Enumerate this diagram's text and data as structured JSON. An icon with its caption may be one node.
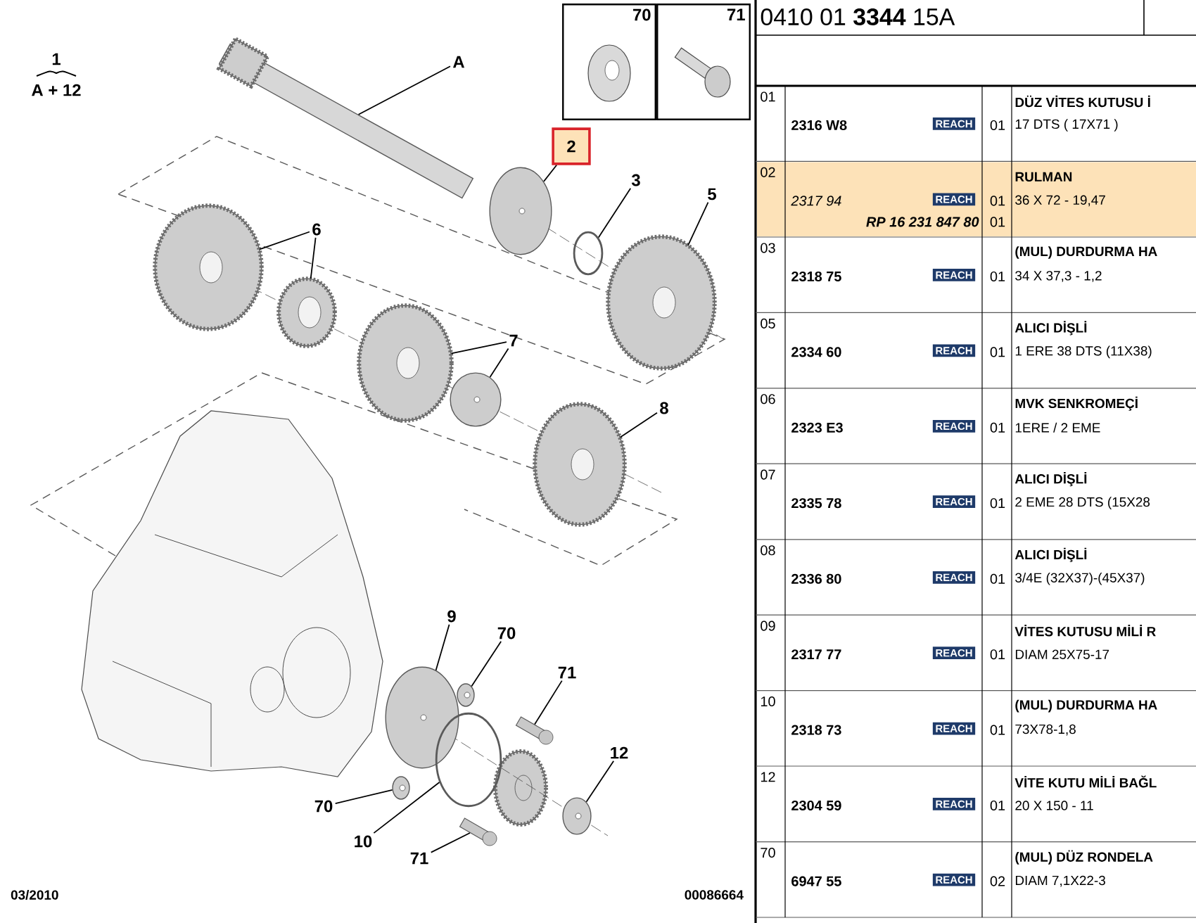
{
  "diagram": {
    "nodes": [
      {
        "text": [
          "A"
        ]
      },
      {
        "text": [],
        "shape": "picture"
      },
      {
        "text": [
          "2"
        ]
      },
      {
        "text": [],
        "shape": "picture"
      },
      {
        "text": [
          "3"
        ]
      },
      {
        "text": [],
        "shape": "circle"
      },
      {
        "text": [
          "5"
        ]
      },
      {
        "text": [],
        "shape": "picture"
      },
      {
        "text": [
          "6"
        ]
      },
      {
        "text": [],
        "shape": "picture"
      },
      {
        "text": [],
        "shape": "picture"
      },
      {
        "text": [
          "7"
        ]
      },
      {
        "text": [],
        "shape": "picture"
      },
      {
        "text": [],
        "shape": "picture"
      },
      {
        "text": [
          "8"
        ]
      },
      {
        "text": [],
        "shape": "picture"
      },
      {
        "text": [
          "9"
        ]
      },
      {
        "text": [],
        "shape": "picture"
      },
      {
        "text": [
          "70"
        ]
      },
      {
        "text": [],
        "shape": "picture"
      },
      {
        "text": [
          "71"
        ]
      },
      {
        "text": [],
        "shape": "picture"
      },
      {
        "text": [
          "70"
        ]
      },
      {
        "text": [],
        "shape": "picture"
      },
      {
        "text": [
          "10"
        ]
      },
      {
        "text": [],
        "shape": "circle"
      },
      {
        "text": [
          "71"
        ]
      },
      {
        "text": [],
        "shape": "picture"
      },
      {
        "text": [
          "12"
        ]
      },
      {
        "text": [],
        "shape": "picture"
      },
      {
        "text": [
          "70"
        ]
      },
      {
        "text": [
          "71"
        ]
      }
    ],
    "edges": [
      {
        "from": 0,
        "to": 1,
        "arrow": "none"
      },
      {
        "from": 2,
        "to": 3,
        "arrow": "none"
      },
      {
        "from": 4,
        "to": 5,
        "arrow": "none"
      },
      {
        "from": 6,
        "to": 7,
        "arrow": "none"
      },
      {
        "from": 8,
        "to": 9,
        "arrow": "none"
      },
      {
        "from": 8,
        "to": 10,
        "arrow": "none"
      },
      {
        "from": 11,
        "to": 12,
        "arrow": "none"
      },
      {
        "from": 11,
        "to": 13,
        "arrow": "none"
      },
      {
        "from": 14,
        "to": 15,
        "arrow": "none"
      },
      {
        "from": 16,
        "to": 17,
        "arrow": "none"
      },
      {
        "from": 18,
        "to": 19,
        "arrow": "none"
      },
      {
        "from": 20,
        "to": 21,
        "arrow": "none"
      },
      {
        "from": 22,
        "to": 23,
        "arrow": "none"
      },
      {
        "from": 24,
        "to": 25,
        "arrow": "none"
      },
      {
        "from": 26,
        "to": 27,
        "arrow": "none"
      },
      {
        "from": 28,
        "to": 29,
        "arrow": "none"
      }
    ],
    "labels": [
      "1",
      "A + 12",
      "03/2010",
      "00086664",
      "0410 01 **3344** 15A",
      "01",
      "2316 W8",
      "REACH",
      "01",
      "DÜZ VİTES KUTUSU İ",
      "17 DTS ( 17X71 )",
      "02",
      "2317 94",
      "REACH",
      "01",
      "RULMAN",
      "36 X 72 - 19,47",
      "RP 16 231 847 80",
      "01",
      "03",
      "2318 75",
      "REACH",
      "01",
      "(MUL) DURDURMA HA",
      "34 X 37,3 - 1,2",
      "05",
      "2334 60",
      "REACH",
      "01",
      "ALICI DİŞLİ",
      "1 ERE 38 DTS (11X38)",
      "06",
      "2323 E3",
      "REACH",
      "01",
      "MVK SENKROMEÇİ",
      "1ERE / 2 EME",
      "07",
      "2335 78",
      "REACH",
      "01",
      "ALICI DİŞLİ",
      "2 EME 28 DTS (15X28",
      "08",
      "2336 80",
      "REACH",
      "01",
      "ALICI DİŞLİ",
      "3/4E (32X37)-(45X37)",
      "09",
      "2317 77",
      "REACH",
      "01",
      "VİTES KUTUSU MİLİ R",
      "DIAM 25X75-17",
      "10",
      "2318 73",
      "REACH",
      "01",
      "(MUL) DURDURMA HA",
      "73X78-1,8",
      "12",
      "2304 59",
      "REACH",
      "01",
      "VİTE KUTU MİLİ BAĞL",
      "20 X 150 - 11",
      "70",
      "6947 55",
      "REACH",
      "02",
      "(MUL) DÜZ RONDELA",
      "DIAM 7,1X22-3"
    ]
  }
}
